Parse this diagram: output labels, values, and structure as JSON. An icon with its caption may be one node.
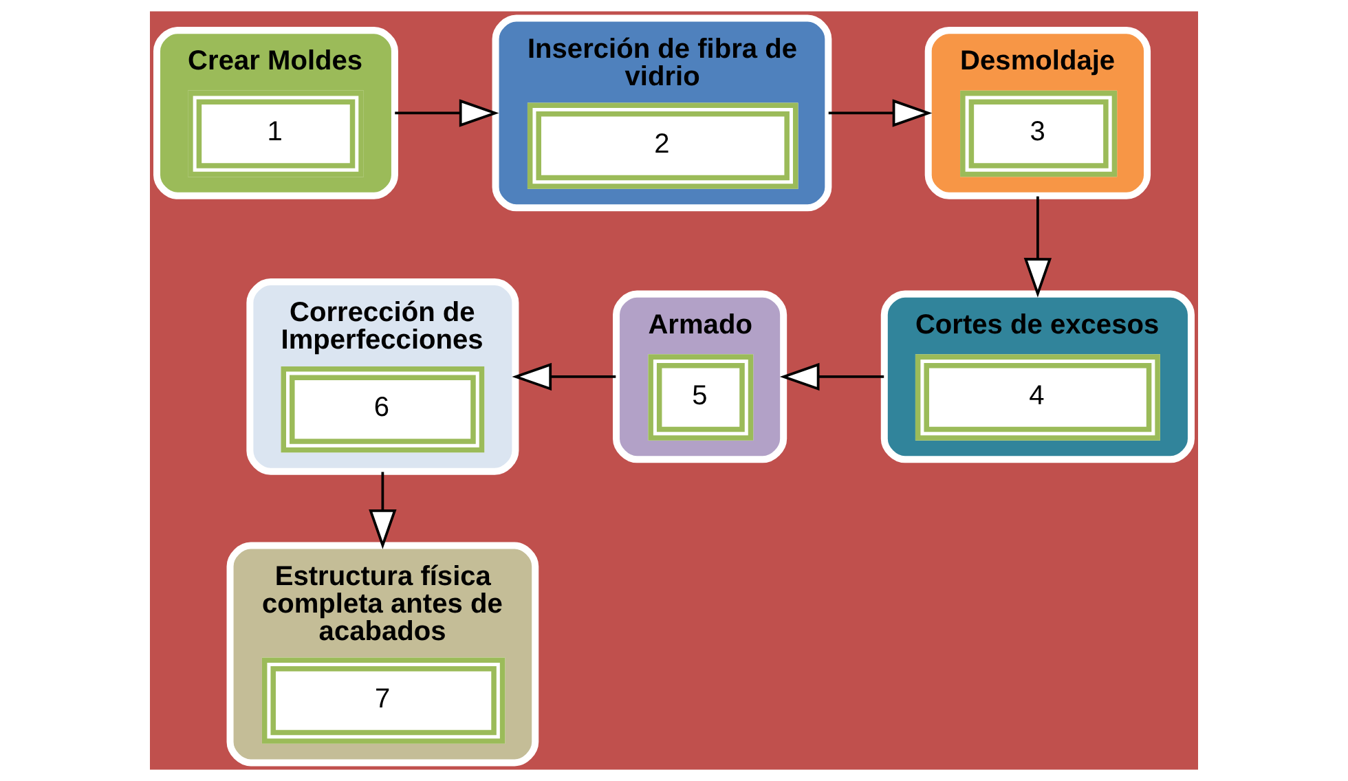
{
  "diagram": {
    "nodes": [
      {
        "text": [
          "Crear Moldes",
          "1"
        ]
      },
      {
        "text": [
          "Inserción de fibra de vidrio",
          "2"
        ]
      },
      {
        "text": [
          "Desmoldaje",
          "3"
        ]
      },
      {
        "text": [
          "Cortes de excesos",
          "4"
        ]
      },
      {
        "text": [
          "Armado",
          "5"
        ]
      },
      {
        "text": [
          "Corrección de Imperfecciones",
          "6"
        ]
      },
      {
        "text": [
          "Estructura física completa antes de acabados",
          "7"
        ]
      }
    ],
    "edges": [
      {
        "from": 0,
        "to": 1,
        "arrow": "to"
      },
      {
        "from": 1,
        "to": 2,
        "arrow": "to"
      },
      {
        "from": 2,
        "to": 3,
        "arrow": "to"
      },
      {
        "from": 3,
        "to": 4,
        "arrow": "to"
      },
      {
        "from": 4,
        "to": 5,
        "arrow": "to"
      },
      {
        "from": 5,
        "to": 6,
        "arrow": "to"
      }
    ]
  }
}
